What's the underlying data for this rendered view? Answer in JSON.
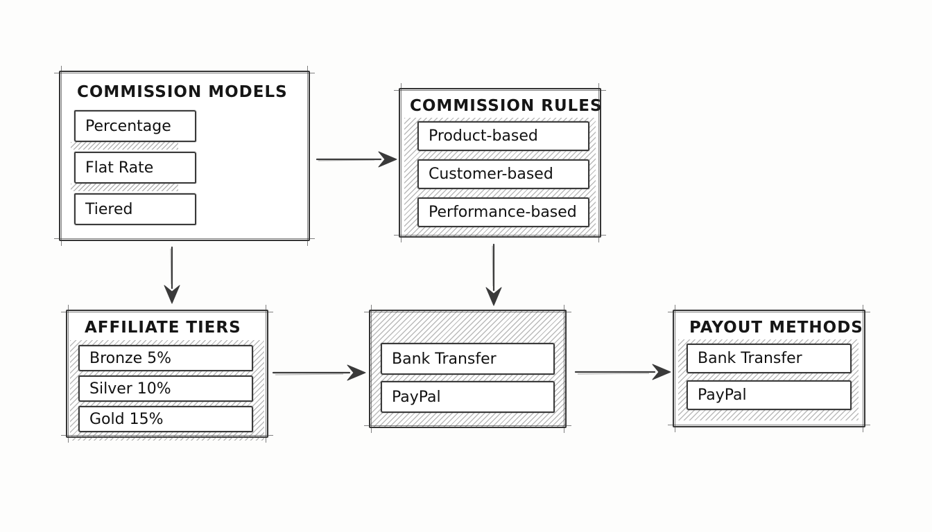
{
  "canvas": {
    "background": "#fdfdfc",
    "ink_color": "#343434",
    "hatch_color": "#8a8a8a",
    "style": "hand-drawn-sketch-wireframe"
  },
  "diagram": {
    "boxes": [
      {
        "id": "commission-models",
        "title": "COMMISSION MODELS",
        "items": [
          "Percentage",
          "Flat Rate",
          "Tiered"
        ]
      },
      {
        "id": "commission-rules",
        "title": "COMMISSION RULES",
        "items": [
          "Product-based",
          "Customer-based",
          "Performance-based"
        ]
      },
      {
        "id": "affiliate-tiers",
        "title": "AFFILIATE TIERS",
        "items": [
          "Bronze 5%",
          "Silver 10%",
          "Gold 15%"
        ]
      },
      {
        "id": "payment-options",
        "title": "",
        "items": [
          "Bank Transfer",
          "PayPal"
        ]
      },
      {
        "id": "payout-methods",
        "title": "PAYOUT METHODS",
        "items": [
          "Bank Transfer",
          "PayPal"
        ]
      }
    ],
    "arrows": [
      {
        "id": "models-to-rules",
        "from": "commission-models",
        "to": "commission-rules",
        "direction": "right"
      },
      {
        "id": "models-to-tiers",
        "from": "commission-models",
        "to": "affiliate-tiers",
        "direction": "down"
      },
      {
        "id": "rules-to-payment",
        "from": "commission-rules",
        "to": "payment-options",
        "direction": "down"
      },
      {
        "id": "tiers-to-payment",
        "from": "affiliate-tiers",
        "to": "payment-options",
        "direction": "right"
      },
      {
        "id": "payment-to-payout",
        "from": "payment-options",
        "to": "payout-methods",
        "direction": "right"
      }
    ]
  }
}
